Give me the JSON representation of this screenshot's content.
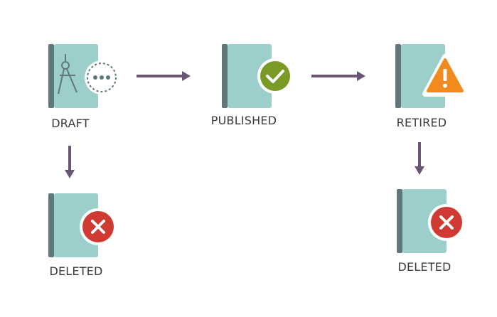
{
  "colors": {
    "book": "#9ccfcb",
    "spine": "#5f7778",
    "arrow": "#6a5673",
    "published": "#799a25",
    "warning": "#f28b1e",
    "error": "#cf3b33",
    "draft_pencil": "#5f7778"
  },
  "nodes": {
    "draft": {
      "label": "DRAFT",
      "icon": "compass-icon"
    },
    "published": {
      "label": "PUBLISHED",
      "icon": "check-icon"
    },
    "retired": {
      "label": "RETIRED",
      "icon": "warning-icon"
    },
    "deleted_left": {
      "label": "DELETED",
      "icon": "close-icon"
    },
    "deleted_right": {
      "label": "DELETED",
      "icon": "close-icon"
    }
  },
  "edges": [
    {
      "from": "DRAFT",
      "to": "PUBLISHED"
    },
    {
      "from": "PUBLISHED",
      "to": "RETIRED"
    },
    {
      "from": "DRAFT",
      "to": "DELETED"
    },
    {
      "from": "RETIRED",
      "to": "DELETED"
    }
  ]
}
